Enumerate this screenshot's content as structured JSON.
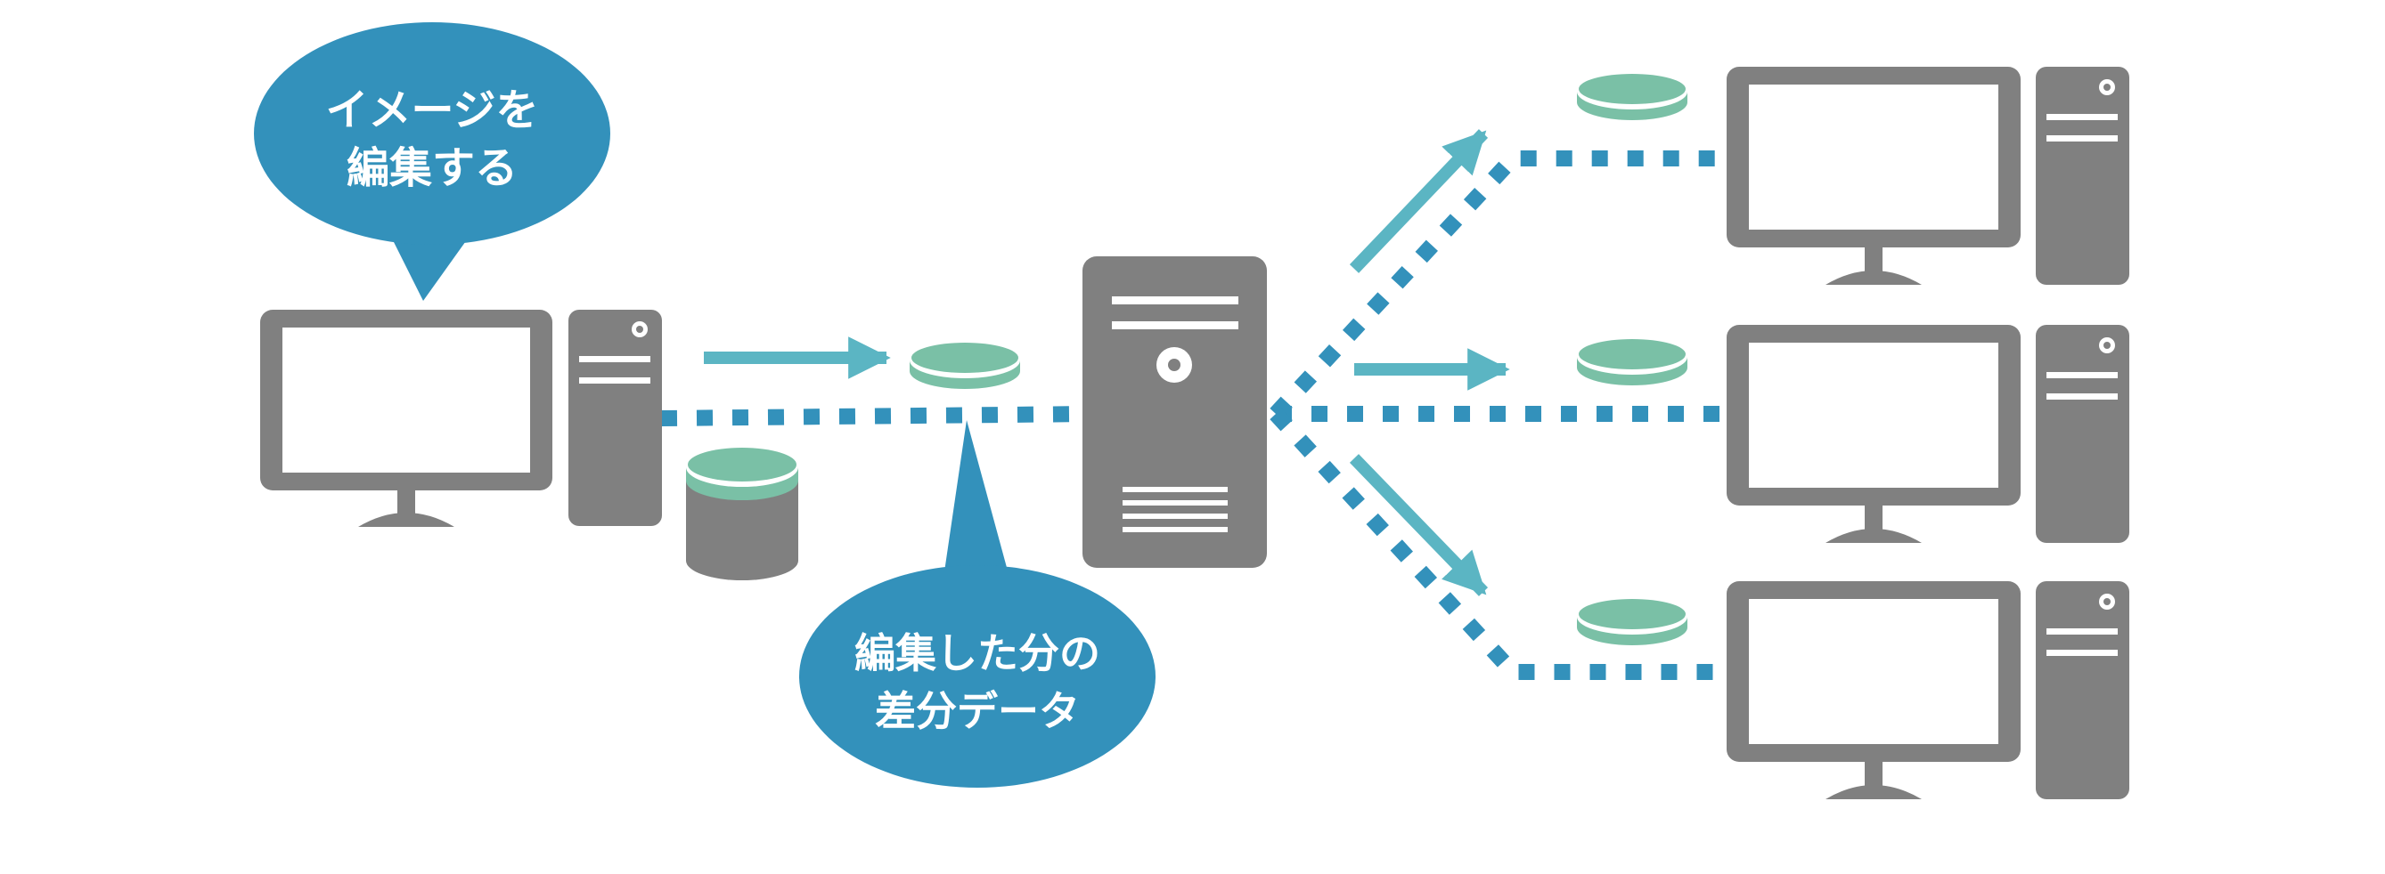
{
  "bubbles": {
    "edit_image": {
      "line1": "イメージを",
      "line2": "編集する"
    },
    "diff_data": {
      "line1": "編集した分の",
      "line2": "差分データ"
    }
  },
  "colors": {
    "device_gray": "#808080",
    "bubble_blue": "#3391bb",
    "arrow_teal": "#5bb5c3",
    "disk_green": "#7ac0a6",
    "white": "#ffffff"
  },
  "icons": {
    "source_pc": "desktop-computer-icon",
    "server": "server-tower-icon",
    "clients": [
      "desktop-computer-icon",
      "desktop-computer-icon",
      "desktop-computer-icon"
    ],
    "disk": "disk-stack-icon",
    "database": "database-cylinder-icon"
  }
}
